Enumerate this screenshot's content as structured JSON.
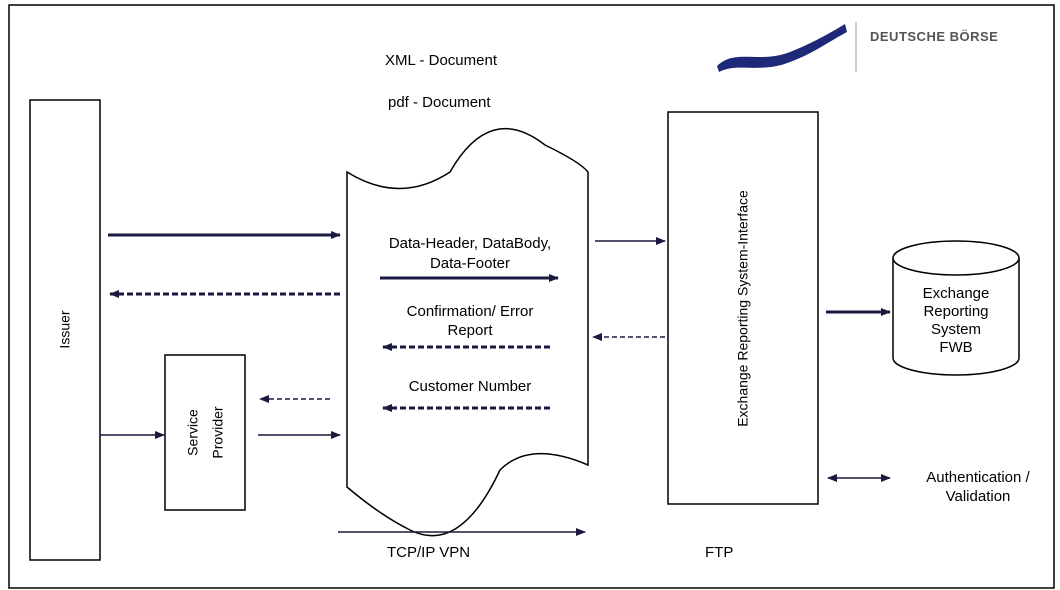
{
  "logo": {
    "text": "DEUTSCHE BÖRSE"
  },
  "headings": {
    "xml": "XML - Document",
    "pdf": "pdf - Document"
  },
  "nodes": {
    "issuer": "Issuer",
    "service_provider_line1": "Service",
    "service_provider_line2": "Provider",
    "interface": "Exchange Reporting System-Interface",
    "db_line1": "Exchange",
    "db_line2": "Reporting",
    "db_line3": "System",
    "db_line4": "FWB"
  },
  "document": {
    "data_line1": "Data-Header, DataBody,",
    "data_line2": "Data-Footer",
    "confirm_line1": "Confirmation/ Error",
    "confirm_line2": "Report",
    "customer": "Customer Number"
  },
  "legend": {
    "auth_line1": "Authentication /",
    "auth_line2": "Validation"
  },
  "footer": {
    "transport": "TCP/IP VPN",
    "ftp": "FTP"
  },
  "colors": {
    "line": "#1a1a40",
    "border": "#000000",
    "logo_wave": "#1e2a78",
    "logo_text": "#555555"
  }
}
